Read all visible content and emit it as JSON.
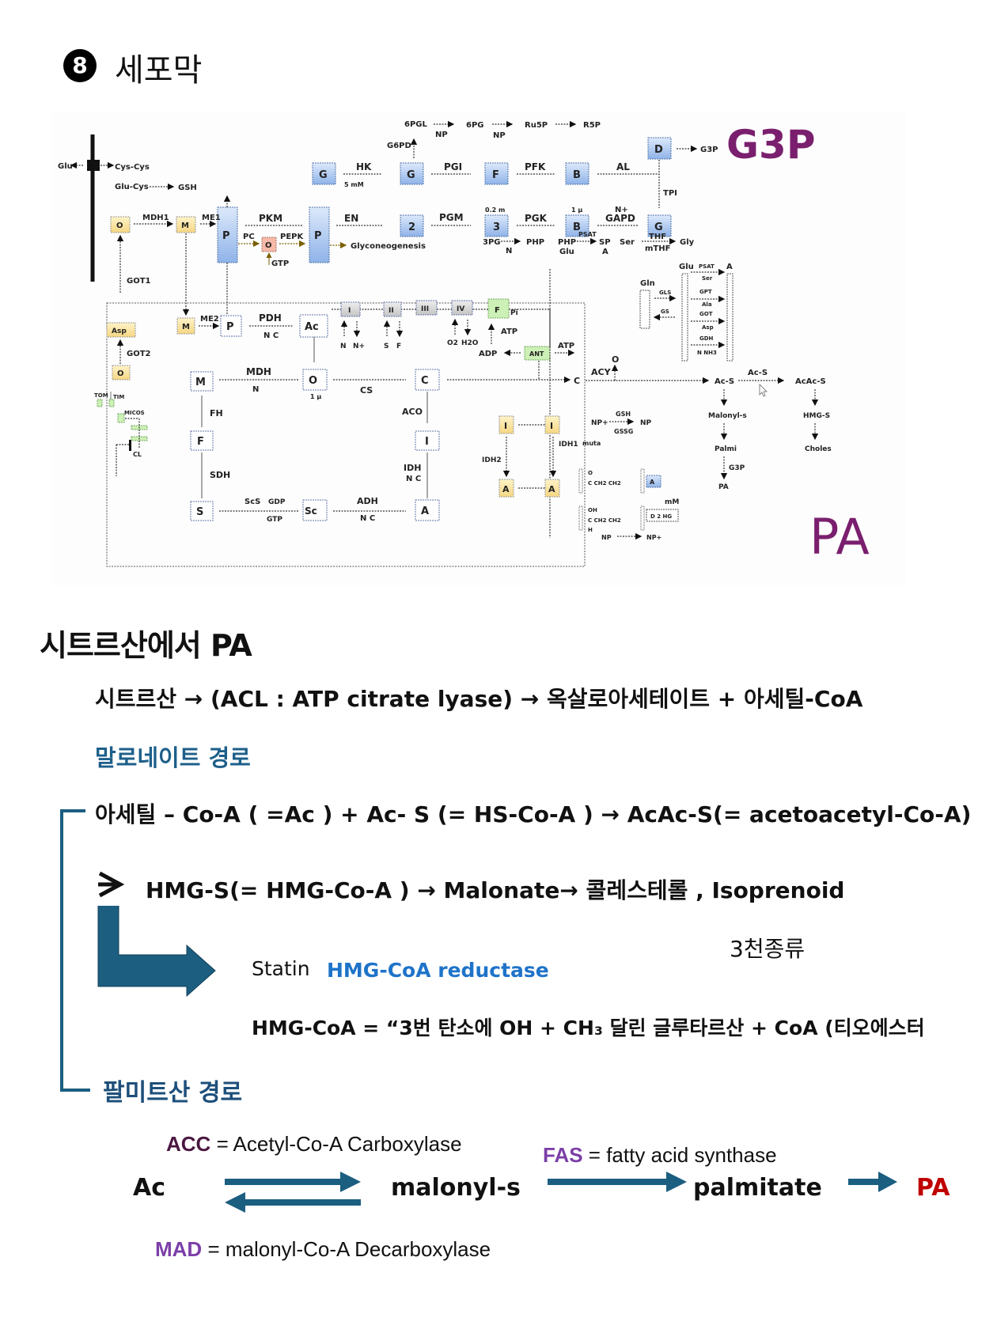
{
  "header": {
    "badge_number": "8",
    "title": "세포막"
  },
  "diagram": {
    "big_labels": {
      "top": "G3P",
      "bottom": "PA"
    },
    "membrane": {
      "glu": "Glu",
      "cys_cys": "Cys-Cys",
      "glu_cys": "Glu-Cys",
      "gsh": "GSH"
    },
    "ppp": {
      "g6pd": "G6PD",
      "sixpgl": "6PGL",
      "sixpg": "6PG",
      "ru5p": "Ru5P",
      "r5p": "R5P",
      "np1": "NP",
      "np2": "NP"
    },
    "glycolysis_top": {
      "nodes": [
        "G",
        "G",
        "F",
        "B",
        "D"
      ],
      "enzymes": [
        "HK",
        "PGI",
        "PFK",
        "AL"
      ],
      "hk_conc": "5 mM",
      "d_product": "G3P",
      "tpi": "TPI"
    },
    "glycolysis_bottom": {
      "nodes": [
        "P",
        "P",
        "2",
        "3",
        "B",
        "G"
      ],
      "enzymes": [
        "PKM",
        "EN",
        "PGM",
        "PGK",
        "GAPD"
      ],
      "conc_3": "0.2 m",
      "conc_b": "1 μ",
      "gapd_cofactor": "N+"
    },
    "malate_shuttle": {
      "o": "O",
      "m": "M",
      "mdh1": "MDH1",
      "me1": "ME1",
      "got1": "GOT1"
    },
    "gluconeo": {
      "pc": "PC",
      "o": "O",
      "pepk": "PEPK",
      "gtp": "GTP",
      "label": "Glyconeogenesis"
    },
    "serine": {
      "threepg": "3PG",
      "n": "N",
      "php": "PHP",
      "php2": "PHP",
      "glu": "Glu",
      "psat": "PSAT",
      "sp": "SP",
      "a": "A",
      "ser": "Ser",
      "thf": "THF",
      "mthf": "mTHF",
      "gly": "Gly"
    },
    "amino": {
      "gln": "Gln",
      "glu": "Glu",
      "gls": "GLS",
      "gs": "GS",
      "a": "A",
      "rows": [
        [
          "PSAT",
          "Ser"
        ],
        [
          "GPT",
          "Ala"
        ],
        [
          "GOT",
          "Asp"
        ],
        [
          "GDH",
          "N NH3"
        ]
      ]
    },
    "mito": {
      "asp": "Asp",
      "got2": "GOT2",
      "o": "O",
      "m": "M",
      "me2": "ME2",
      "p": "P",
      "pdh": "PDH",
      "pdh_cof": "N C",
      "ac": "Ac",
      "etc": [
        "I",
        "II",
        "III",
        "IV",
        "F"
      ],
      "etc_sub": [
        "N",
        "N+",
        "S",
        "F",
        "O2",
        "H2O"
      ],
      "pi": "Pi",
      "atp1": "ATP",
      "adp": "ADP",
      "ant": "ANT",
      "atp2": "ATP",
      "tca_nodes": {
        "m": "M",
        "o": "O",
        "c": "C",
        "f": "F",
        "i": "I",
        "s": "S",
        "sc": "Sc",
        "a": "A"
      },
      "tca_enzymes": {
        "mdh": "MDH",
        "mdh_cof": "N",
        "o_conc": "1 μ",
        "cs": "CS",
        "fh": "FH",
        "aco": "ACO",
        "sdh": "SDH",
        "idh": "IDH",
        "idh_cof": "N C",
        "scs": "ScS",
        "gdp": "GDP",
        "gtp": "GTP",
        "adh": "ADH",
        "adh_cof": "N C"
      },
      "membrane_proteins": {
        "tom": "TOM",
        "tim": "TIM",
        "micos": "MICOS",
        "cl": "CL"
      },
      "idh2": "IDH2",
      "i": "I",
      "a": "A"
    },
    "cytosol_right": {
      "c": "C",
      "acy": "ACY",
      "o": "O",
      "ac_s": "Ac-S",
      "ac_s2": "Ac-S",
      "acac_s": "AcAc-S",
      "malonyl": "Malonyl-s",
      "palmi": "Palmi",
      "g3p": "G3P",
      "pa": "PA",
      "hmg_s": "HMG-S",
      "choles": "Choles",
      "i": "I",
      "idh1": "IDH1",
      "muta": "muta",
      "np_plus": "NP+",
      "gsh": "GSH",
      "gssg": "GSSG",
      "np": "NP",
      "a": "A",
      "mm": "mM",
      "d2hg": "D 2 HG",
      "o_lbl": "O",
      "oh_lbl": "OH",
      "h_lbl": "H",
      "chain": "C  CH2  CH2",
      "np_bottom": "NP",
      "np_plus_bottom": "NP+"
    }
  },
  "text": {
    "heading": "시트르산에서 PA",
    "acl_line": "시트르산 → (ACL  : ATP citrate lyase) → 옥살로아세테이트 + 아세틸-CoA",
    "malonate_head": "말로네이트 경로",
    "acetyl_line": "아세틸 – Co-A ( =Ac ) +  Ac- S (= HS-Co-A )  → AcAc-S(= acetoacetyl-Co-A)",
    "hmg_line": "HMG-S(= HMG-Co-A ) → Malonate→ 콜레스테롤 , Isoprenoid",
    "three_kinds": "3천종류",
    "statin": "Statin",
    "hmg_reductase": "HMG-CoA reductase",
    "hmg_desc": "HMG-CoA = “3번 탄소에 OH + CH₃ 달린 글루타르산 + CoA (티오에스터",
    "palmitate_head": "팔미트산 경로",
    "acc_abbr": "ACC",
    "acc_def": " = Acetyl-Co-A   Carboxylase",
    "fas_abbr": "FAS",
    "fas_def": " =  fatty acid synthase",
    "mad_abbr": "MAD",
    "mad_def": " =  malonyl-Co-A Decarboxylase",
    "nodes": {
      "ac": "Ac",
      "malonyl": "malonyl-s",
      "palmitate": "palmitate",
      "pa": "PA"
    }
  },
  "colors": {
    "arrow": "#1b5e80",
    "bracket": "#1b5e80",
    "pa_red": "#c00000",
    "accent_purple": "#7a1f6e"
  }
}
